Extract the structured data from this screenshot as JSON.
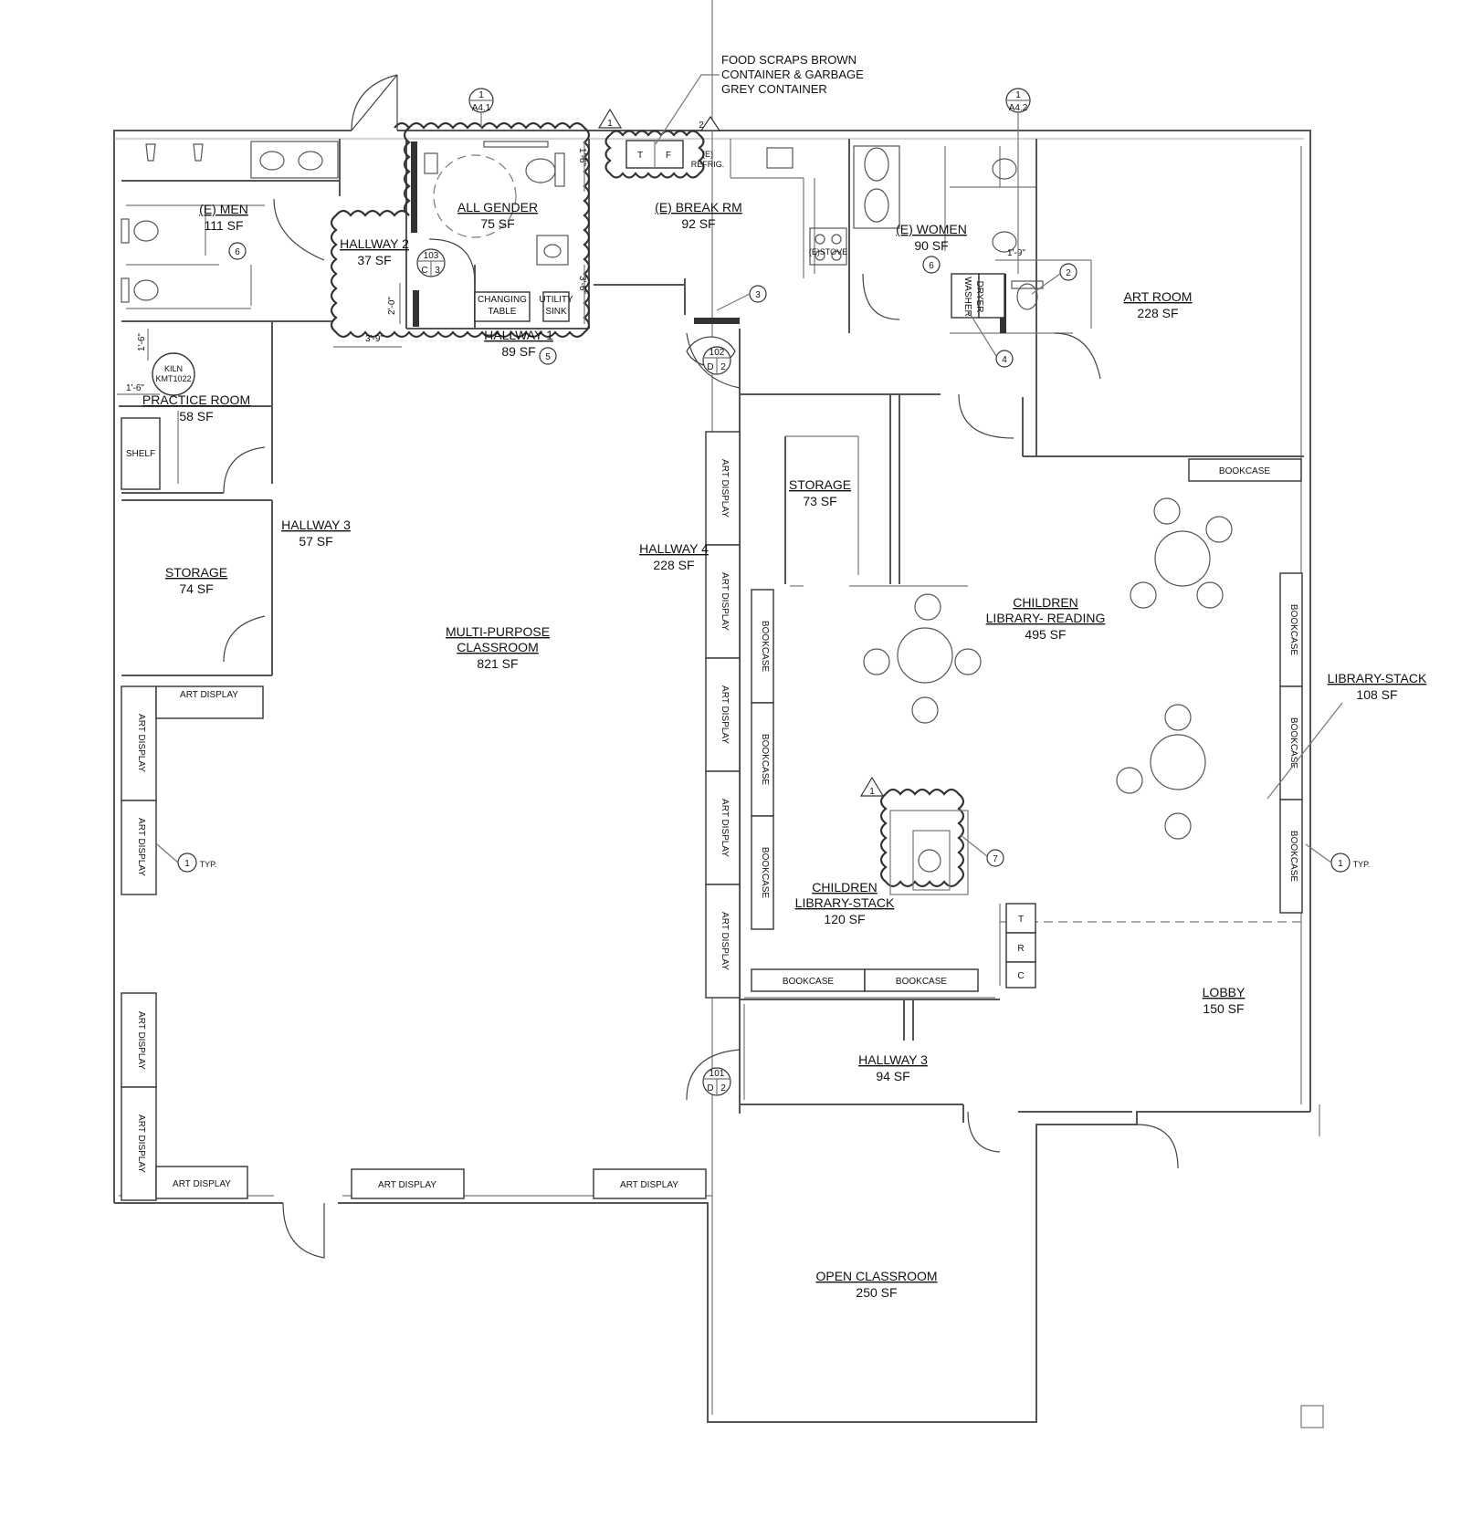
{
  "note": {
    "line1": "FOOD SCRAPS BROWN",
    "line2": "CONTAINER & GARBAGE",
    "line3": "GREY CONTAINER"
  },
  "rooms": {
    "men": {
      "name": "(E) MEN",
      "area": "111 SF"
    },
    "all_gender": {
      "name": "ALL GENDER",
      "area": "75 SF"
    },
    "hallway2": {
      "name": "HALLWAY 2",
      "area": "37 SF"
    },
    "hallway1": {
      "name": "HALLWAY 1",
      "area": "89 SF"
    },
    "break": {
      "name": "(E) BREAK RM",
      "area": "92 SF"
    },
    "women": {
      "name": "(E) WOMEN",
      "area": "90 SF"
    },
    "art_room": {
      "name": "ART ROOM",
      "area": "228 SF"
    },
    "practice": {
      "name": "PRACTICE ROOM",
      "area": "58 SF"
    },
    "hallway3_left": {
      "name": "HALLWAY 3",
      "area": "57 SF"
    },
    "storage_left": {
      "name": "STORAGE",
      "area": "74 SF"
    },
    "multipurpose": {
      "name1": "MULTI-PURPOSE",
      "name2": "CLASSROOM",
      "area": "821 SF"
    },
    "hallway4": {
      "name": "HALLWAY 4",
      "area": "228 SF"
    },
    "storage_mid": {
      "name": "STORAGE",
      "area": "73 SF"
    },
    "children_reading": {
      "name1": "CHILDREN",
      "name2": "LIBRARY- READING",
      "area": "495 SF"
    },
    "library_stack": {
      "name": "LIBRARY-STACK",
      "area": "108 SF"
    },
    "children_stack": {
      "name1": "CHILDREN",
      "name2": "LIBRARY-STACK",
      "area": "120 SF"
    },
    "lobby": {
      "name": "LOBBY",
      "area": "150 SF"
    },
    "hallway3_bottom": {
      "name": "HALLWAY 3",
      "area": "94 SF"
    },
    "open_classroom": {
      "name": "OPEN CLASSROOM",
      "area": "250 SF"
    }
  },
  "labels": {
    "art_display": "ART DISPLAY",
    "bookcase": "BOOKCASE",
    "shelf": "SHELF",
    "kiln1": "KILN",
    "kiln2": "KMT1022",
    "changing1": "CHANGING",
    "changing2": "TABLE",
    "utility1": "UTILITY",
    "utility2": "SINK",
    "refrig1": "(E)",
    "refrig2": "REFRIG.",
    "stove": "(E)STOVE",
    "washer": "WASHER",
    "dryer": "DRYER",
    "t": "T",
    "f": "F",
    "r": "R",
    "c": "C",
    "typ": "TYP."
  },
  "dims": {
    "d1": "1'-6\"",
    "d2": "3'-6\"",
    "d3": "2'-0\"",
    "d4": "3'-9\"",
    "d5": "1'-9\"",
    "d6": "1'-6\"",
    "d7": "1'-6\""
  },
  "tags": {
    "sec1_top": "1",
    "sec1_bot": "A4.1",
    "sec2_top": "1",
    "sec2_bot": "A4.2",
    "door103_top": "103",
    "door103_l": "C",
    "door103_r": "3",
    "door102_top": "102",
    "door102_l": "D",
    "door102_r": "2",
    "door101_top": "101",
    "door101_l": "D",
    "door101_r": "2",
    "k1": "1",
    "k2": "2",
    "k3": "3",
    "k4": "4",
    "k5": "5",
    "k6": "6",
    "k6b": "6",
    "k7": "7",
    "k1a": "1",
    "k1b": "1",
    "rev1": "1",
    "rev2": "1",
    "rev3": "2"
  }
}
